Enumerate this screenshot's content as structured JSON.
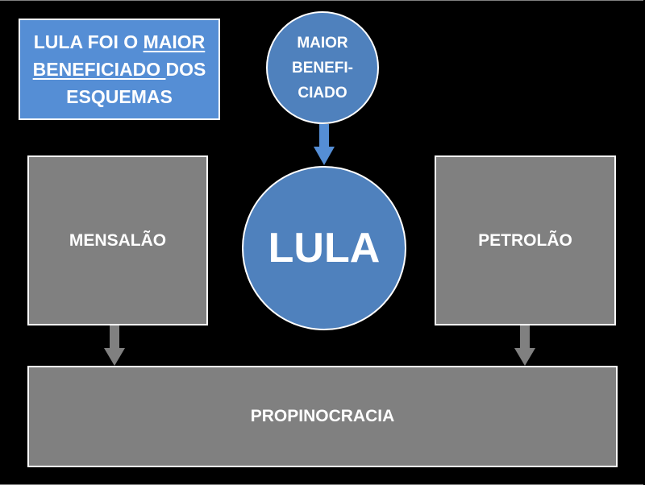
{
  "title_box": {
    "line1_pre": "LULA FOI O ",
    "line1_underlined": "MAIOR",
    "line2_underlined": "BENEFICIADO ",
    "line2_post": "DOS",
    "line3": "ESQUEMAS"
  },
  "nodes": {
    "maior_beneficiado": [
      "MAIOR",
      "BENEFI-",
      "CIADO"
    ],
    "lula": "LULA",
    "mensalao": "MENSALÃO",
    "petrolao": "PETROLÃO",
    "propinocracia": "PROPINOCRACIA"
  },
  "colors": {
    "background": "#000000",
    "blue_box": "#558ed5",
    "blue_circle": "#4f81bd",
    "gray_box": "#808080",
    "text": "#ffffff"
  }
}
